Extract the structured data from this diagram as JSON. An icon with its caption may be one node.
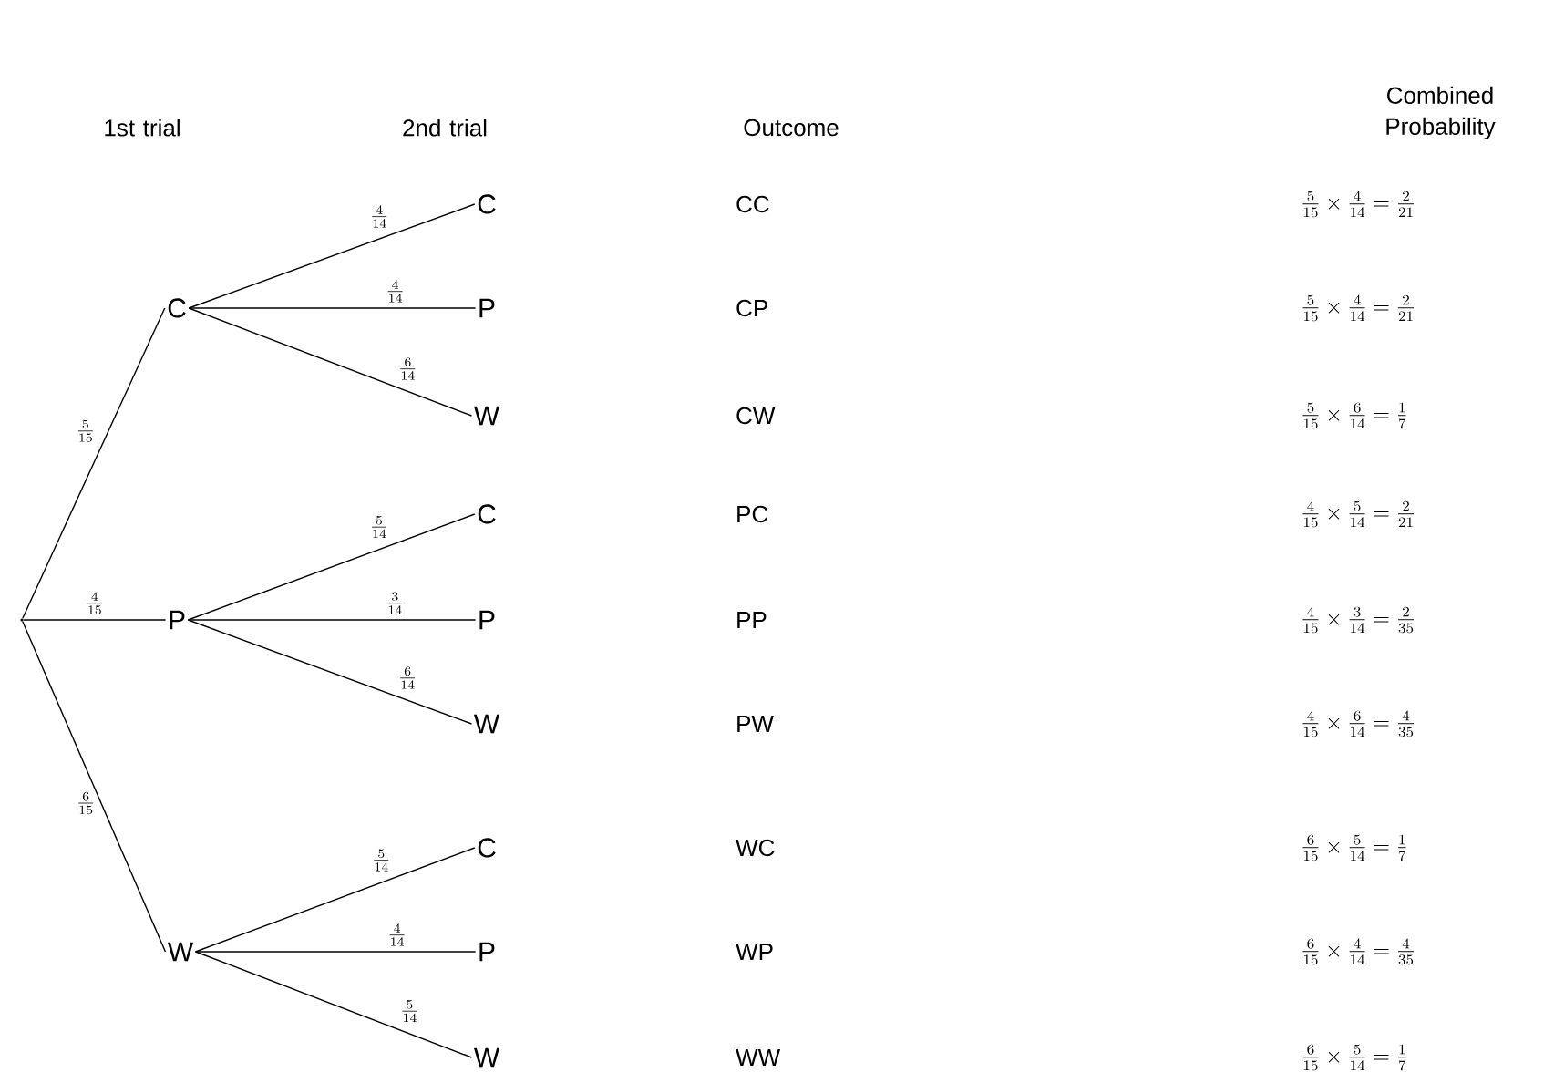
{
  "diagram": {
    "nodes": [
      {
        "text": [],
        "shape": "point"
      },
      {
        "text": [
          "C"
        ]
      },
      {
        "text": [
          "P"
        ]
      },
      {
        "text": [
          "W"
        ]
      },
      {
        "text": [
          "C"
        ]
      },
      {
        "text": [
          "P"
        ]
      },
      {
        "text": [
          "W"
        ]
      },
      {
        "text": [
          "C"
        ]
      },
      {
        "text": [
          "P"
        ]
      },
      {
        "text": [
          "W"
        ]
      },
      {
        "text": [
          "C"
        ]
      },
      {
        "text": [
          "P"
        ]
      },
      {
        "text": [
          "W"
        ]
      }
    ],
    "edges": [
      {
        "from": 0,
        "to": 1,
        "arrow": "none",
        "label": "\\frac{5}{15}"
      },
      {
        "from": 0,
        "to": 2,
        "arrow": "none",
        "label": "\\frac{4}{15}"
      },
      {
        "from": 0,
        "to": 3,
        "arrow": "none",
        "label": "\\frac{6}{15}"
      },
      {
        "from": 1,
        "to": 4,
        "arrow": "none",
        "label": "\\frac{4}{14}"
      },
      {
        "from": 1,
        "to": 5,
        "arrow": "none",
        "label": "\\frac{4}{14}"
      },
      {
        "from": 1,
        "to": 6,
        "arrow": "none",
        "label": "\\frac{6}{14}"
      },
      {
        "from": 2,
        "to": 7,
        "arrow": "none",
        "label": "\\frac{5}{14}"
      },
      {
        "from": 2,
        "to": 8,
        "arrow": "none",
        "label": "\\frac{3}{14}"
      },
      {
        "from": 2,
        "to": 9,
        "arrow": "none",
        "label": "\\frac{6}{14}"
      },
      {
        "from": 3,
        "to": 10,
        "arrow": "none",
        "label": "\\frac{5}{14}"
      },
      {
        "from": 3,
        "to": 11,
        "arrow": "none",
        "label": "\\frac{4}{14}"
      },
      {
        "from": 3,
        "to": 12,
        "arrow": "none",
        "label": "\\frac{5}{14}"
      }
    ],
    "labels": [
      "1st trial",
      "2nd trial",
      "Outcome",
      "Combined Probability",
      "CC",
      "\\frac{5}{15} \\times \\frac{4}{14} = \\frac{2}{21}",
      "CP",
      "\\frac{5}{15} \\times \\frac{4}{14} = \\frac{2}{21}",
      "CW",
      "\\frac{5}{15} \\times \\frac{6}{14} = \\frac{1}{7}",
      "PC",
      "\\frac{4}{15} \\times \\frac{5}{14} = \\frac{2}{21}",
      "PP",
      "\\frac{4}{15} \\times \\frac{3}{14} = \\frac{2}{35}",
      "PW",
      "\\frac{4}{15} \\times \\frac{6}{14} = \\frac{4}{35}",
      "WC",
      "\\frac{6}{15} \\times \\frac{5}{14} = \\frac{1}{7}",
      "WP",
      "\\frac{6}{15} \\times \\frac{4}{14} = \\frac{4}{35}",
      "WW",
      "\\frac{6}{15} \\times \\frac{5}{14} = \\frac{1}{7}"
    ]
  }
}
